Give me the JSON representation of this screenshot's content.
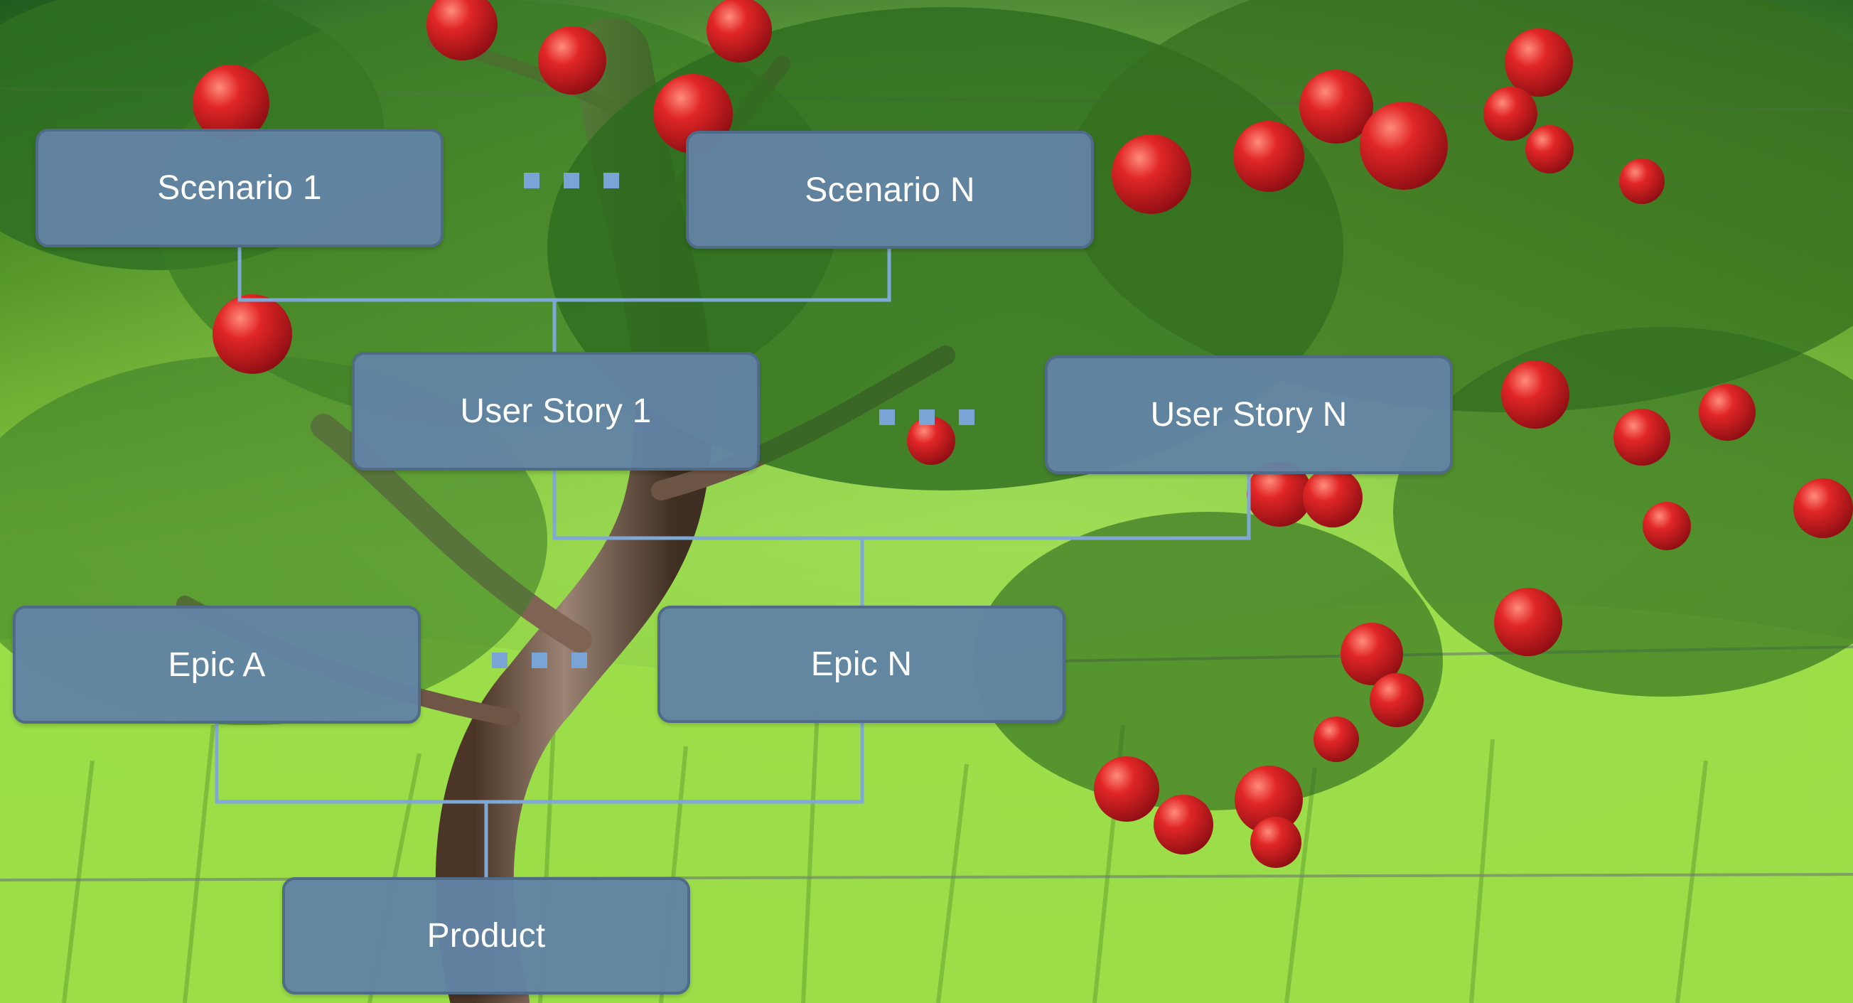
{
  "diagram": {
    "nodes": {
      "scenario_1": "Scenario 1",
      "scenario_n": "Scenario N",
      "user_story_1": "User Story 1",
      "user_story_n": "User Story N",
      "epic_a": "Epic A",
      "epic_n": "Epic N",
      "product": "Product"
    }
  },
  "colors": {
    "node_fill": "#6283a4",
    "node_border": "#4f6b88",
    "connector": "#7fa8d6",
    "ellipsis": "#7aa4d6",
    "grass": "#8bd13a",
    "apple": "#d62020"
  },
  "background": {
    "type": "photo-like apple tree in orchard"
  }
}
